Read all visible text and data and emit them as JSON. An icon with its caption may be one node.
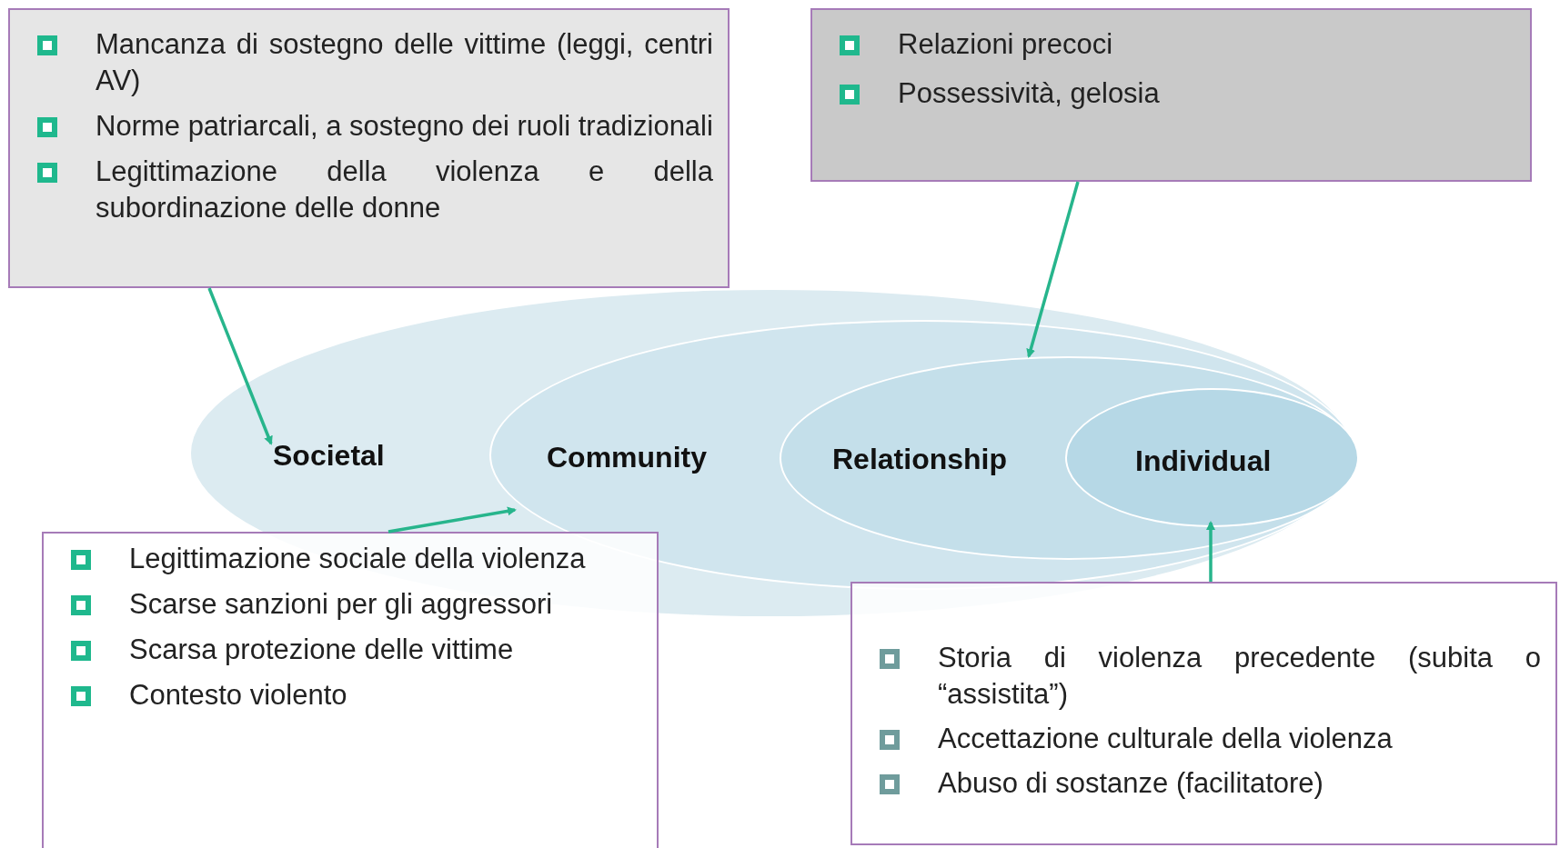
{
  "diagram": {
    "nodes": [
      {
        "text": [
          "Mancanza di sostegno delle vittime (leggi, centri AV)",
          "Norme patriarcali, a sostegno dei ruoli tradizionali",
          "Legittimazione della violenza e della subordinazione delle donne"
        ]
      },
      {
        "text": [
          "Relazioni precoci",
          "Possessività, gelosia"
        ]
      },
      {
        "text": [
          "Societal"
        ]
      },
      {
        "text": [
          "Community"
        ],
        "in": 2
      },
      {
        "text": [
          "Relationship"
        ],
        "in": 3
      },
      {
        "text": [
          "Individual"
        ],
        "in": 4
      },
      {
        "text": [
          "Legittimazione sociale della violenza",
          "Scarse sanzioni per gli aggressori",
          "Scarsa protezione delle vittime",
          "Contesto violento"
        ]
      },
      {
        "text": [
          "Storia di violenza precedente (subita o “assistita”)",
          "Accettazione culturale della violenza",
          "Abuso di sostanze (facilitatore)"
        ]
      }
    ],
    "edges": [
      {
        "from": 0,
        "to": 2,
        "arrow": "to"
      },
      {
        "from": 1,
        "to": 4,
        "arrow": "to"
      },
      {
        "from": 6,
        "to": 3,
        "arrow": "to"
      },
      {
        "from": 7,
        "to": 5,
        "arrow": "to"
      }
    ]
  }
}
